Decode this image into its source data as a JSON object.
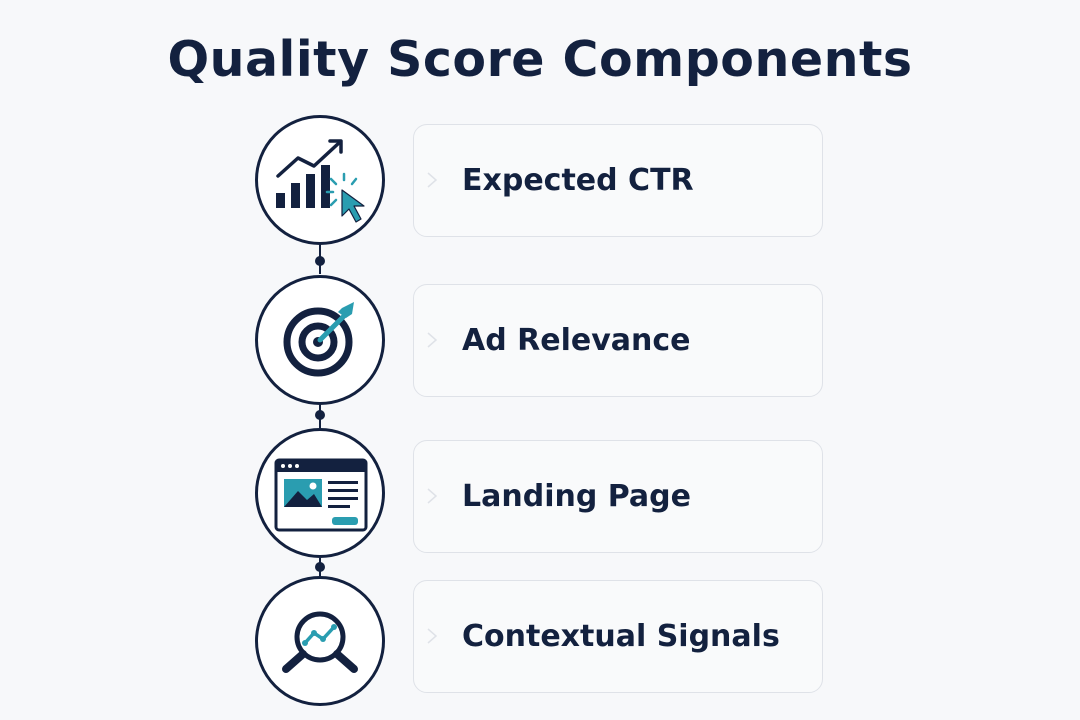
{
  "title": "Quality Score Components",
  "colors": {
    "navy": "#13213f",
    "teal": "#2a9db0",
    "card_border": "#dfe2e8",
    "background": "#f7f8fa"
  },
  "components": [
    {
      "label": "Expected CTR",
      "icon": "chart-cursor-icon"
    },
    {
      "label": "Ad Relevance",
      "icon": "target-arrow-icon"
    },
    {
      "label": "Landing Page",
      "icon": "webpage-icon"
    },
    {
      "label": "Contextual Signals",
      "icon": "magnifier-chart-icon"
    }
  ]
}
